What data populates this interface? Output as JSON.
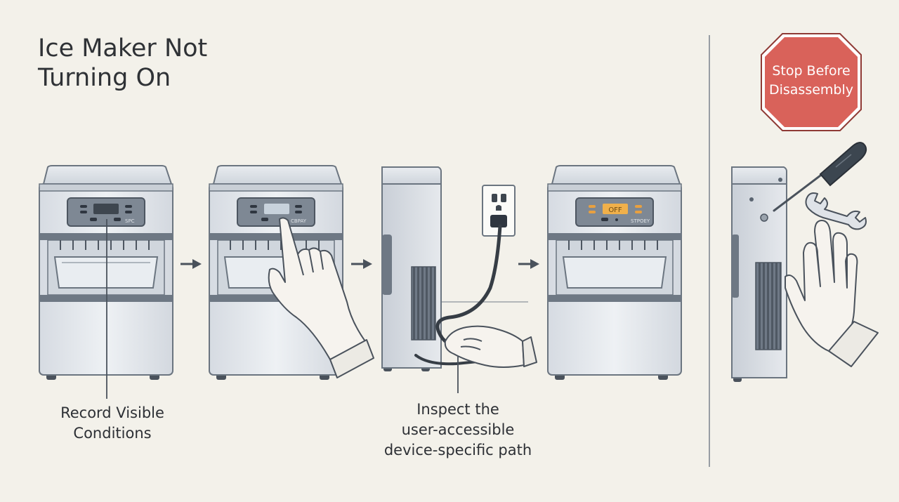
{
  "title": "Ice Maker Not Turning On",
  "steps": [
    {
      "label_lines": [
        "Record Visible",
        "Conditions"
      ]
    },
    {
      "label_lines": [
        "Inspect the",
        "user-accessible",
        "device-specific path"
      ]
    }
  ],
  "stop_sign": {
    "lines": [
      "Stop Before",
      "Disassembly"
    ]
  },
  "display": {
    "status_text": "OFF"
  },
  "panel_text": {
    "unit1": "SPC",
    "unit2": "CBPAY",
    "unit4": "STPOEY"
  },
  "colors": {
    "background": "#f3f1ea",
    "appliance_body": "#e3e7ec",
    "outline": "#5a6470",
    "stop_sign": "#d9625a",
    "off_display": "#f0b04a"
  }
}
